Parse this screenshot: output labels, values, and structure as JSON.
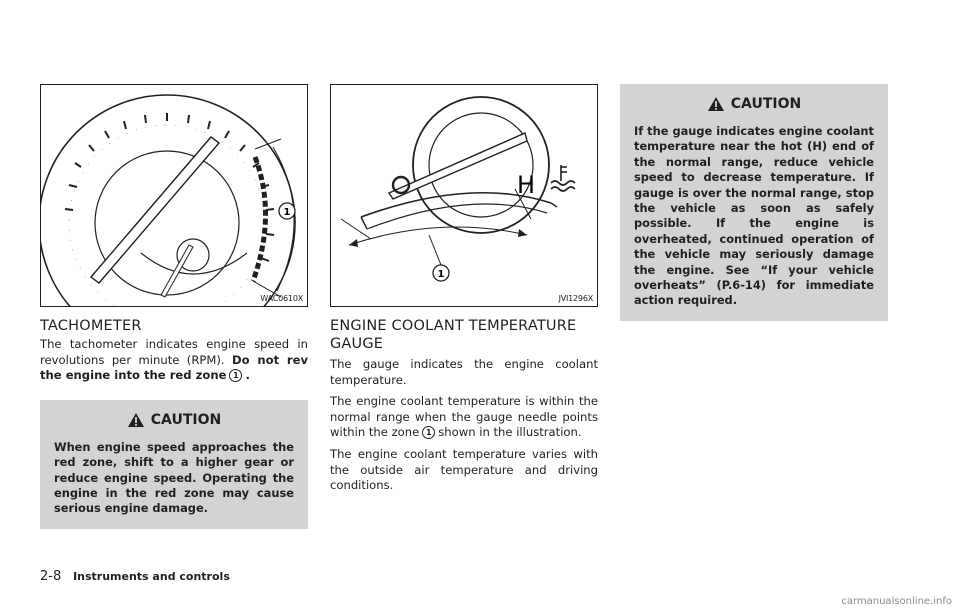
{
  "figures": {
    "tach": {
      "code": "WAC0610X",
      "callout": "1"
    },
    "coolant": {
      "code": "JVI1296X",
      "h_label": "H",
      "callout": "1"
    }
  },
  "tachometer": {
    "heading": "TACHOMETER",
    "text_part1": "The tachometer indicates engine speed in revolutions per minute (RPM).",
    "text_bold": "Do not rev the engine into the red zone",
    "marker": "1",
    "text_end": "."
  },
  "caution1": {
    "title": "CAUTION",
    "text": "When engine speed approaches the red zone, shift to a higher gear or reduce engine speed. Operating the engine in the red zone may cause serious engine damage."
  },
  "coolant": {
    "heading": "ENGINE COOLANT TEMPERATURE GAUGE",
    "p1": "The gauge indicates the engine coolant temperature.",
    "p2_part1": "The engine coolant temperature is within the normal range when the gauge needle points within the zone",
    "marker": "1",
    "p2_part2": "shown in the illustration.",
    "p3": "The engine coolant temperature varies with the outside air temperature and driving conditions."
  },
  "caution2": {
    "title": "CAUTION",
    "text": "If the gauge indicates engine coolant temperature near the hot (H) end of the normal range, reduce vehicle speed to decrease temperature. If gauge is over the normal range, stop the vehicle as soon as safely possible. If the engine is overheated, continued operation of the vehicle may seriously damage the engine. See “If your vehicle overheats” (P.6-14) for immediate action required."
  },
  "footer": {
    "page": "2-8",
    "section": "Instruments and controls"
  },
  "watermark": "carmanualsonline.info",
  "icons": {
    "warning": "warning-triangle-icon",
    "temp": "coolant-thermometer-icon"
  },
  "colors": {
    "caution_bg": "#d1d3d4",
    "ink": "#231f20"
  }
}
